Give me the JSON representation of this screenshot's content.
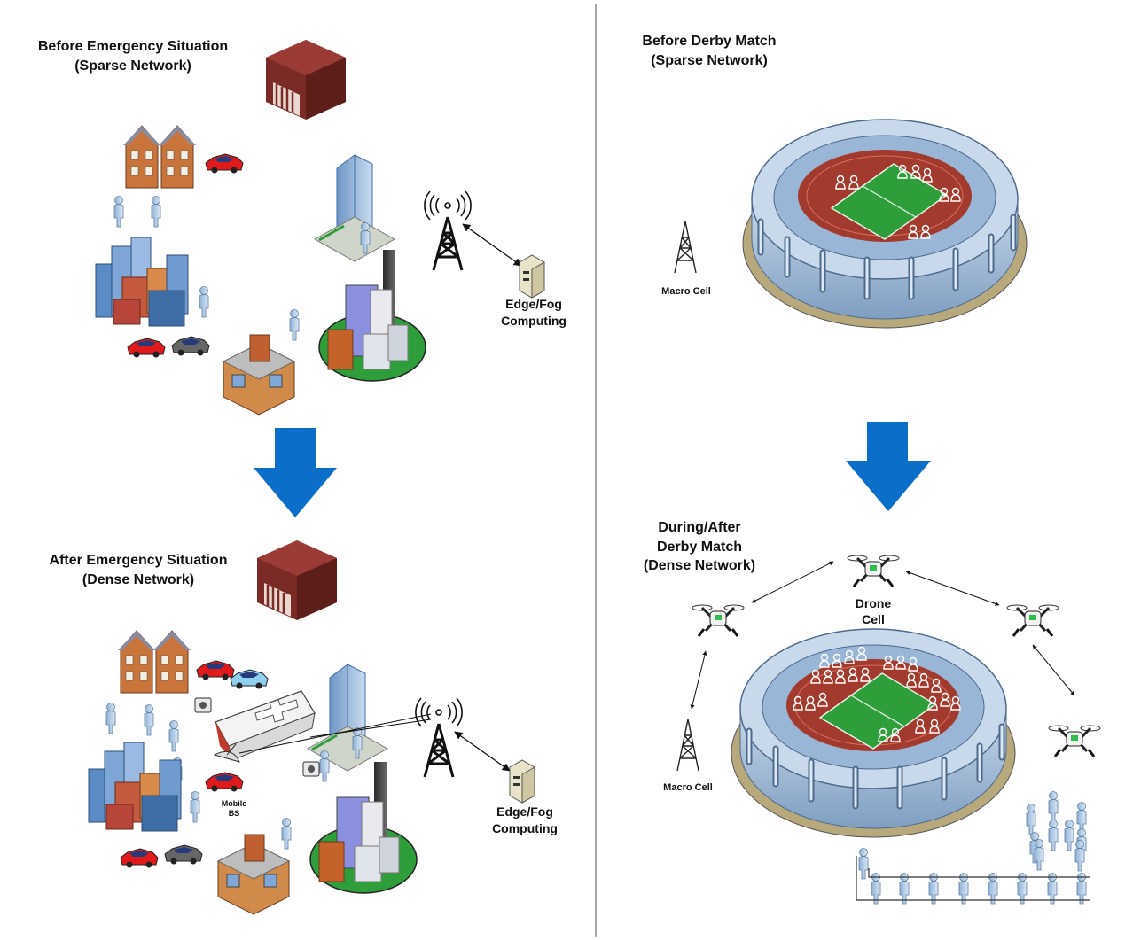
{
  "left_panel": {
    "before": {
      "title": "Before Emergency Situation",
      "subtitle": "(Sparse Network)"
    },
    "after": {
      "title": "After Emergency Situation",
      "subtitle": "(Dense Network)"
    },
    "edge_fog_label_1": "Edge/Fog",
    "edge_fog_label_2": "Computing",
    "mobile_bs_label_1": "Mobile",
    "mobile_bs_label_2": "BS"
  },
  "right_panel": {
    "before": {
      "title": "Before Derby Match",
      "subtitle": "(Sparse Network)"
    },
    "during": {
      "line1": "During/After",
      "line2": "Derby Match",
      "line3": "(Dense Network)"
    },
    "macro_cell_label": "Macro Cell",
    "drone_cell_label_1": "Drone",
    "drone_cell_label_2": "Cell"
  },
  "colors": {
    "arrow_blue": "#0b6fc9",
    "divider": "#8a8a8a",
    "field_green": "#2e9e3b",
    "track_red": "#a33a2e",
    "stadium_wall": "#9db7d6",
    "bank_brown": "#7a2b26"
  }
}
